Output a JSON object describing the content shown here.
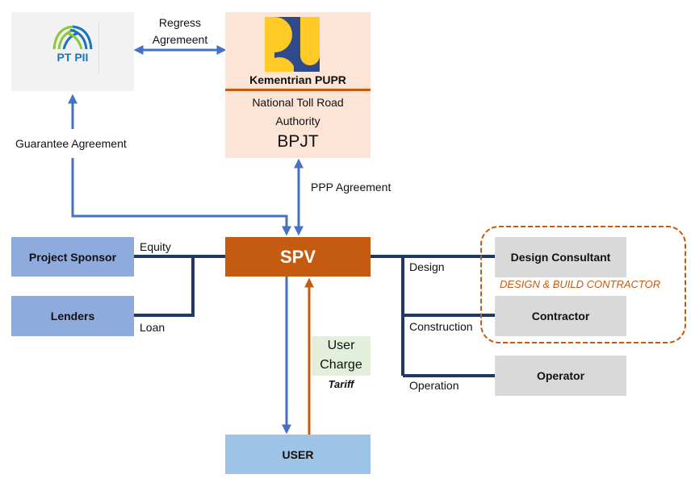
{
  "diagram": {
    "entities": {
      "ptpii": {
        "logo_text": "PT PII",
        "bg": "#f2f2f2"
      },
      "bpjt": {
        "ministry": "Kementrian PUPR",
        "line1": "National Toll Road",
        "line2": "Authority",
        "acronym": "BPJT",
        "bg": "#fce4d6",
        "divider_color": "#c55a11"
      },
      "spv": {
        "label": "SPV",
        "bg": "#c55a11"
      },
      "project_sponsor": {
        "label": "Project Sponsor",
        "bg": "#8faadc"
      },
      "lenders": {
        "label": "Lenders",
        "bg": "#8faadc"
      },
      "design_consultant": {
        "label": "Design Consultant",
        "bg": "#d9d9d9"
      },
      "contractor": {
        "label": "Contractor",
        "bg": "#d9d9d9"
      },
      "operator": {
        "label": "Operator",
        "bg": "#d9d9d9"
      },
      "user": {
        "label": "USER",
        "bg": "#9dc3e6"
      }
    },
    "group": {
      "label": "DESIGN & BUILD CONTRACTOR",
      "color": "#c55a11"
    },
    "connections": {
      "regress": {
        "line1": "Regress",
        "line2": "Agremeent"
      },
      "guarantee": {
        "label": "Guarantee Agreement"
      },
      "ppp": {
        "label": "PPP Agreement"
      },
      "equity": {
        "label": "Equity"
      },
      "loan": {
        "label": "Loan"
      },
      "design": {
        "label": "Design"
      },
      "construction": {
        "label": "Construction"
      },
      "operation": {
        "label": "Operation"
      },
      "user_charge": {
        "line1": "User",
        "line2": "Charge",
        "sub": "Tariff",
        "bg": "#e2efda"
      }
    },
    "colors": {
      "agreement_arrow": "#4472c4",
      "finance_line": "#1f3864",
      "charge_arrow": "#c55a11"
    }
  }
}
